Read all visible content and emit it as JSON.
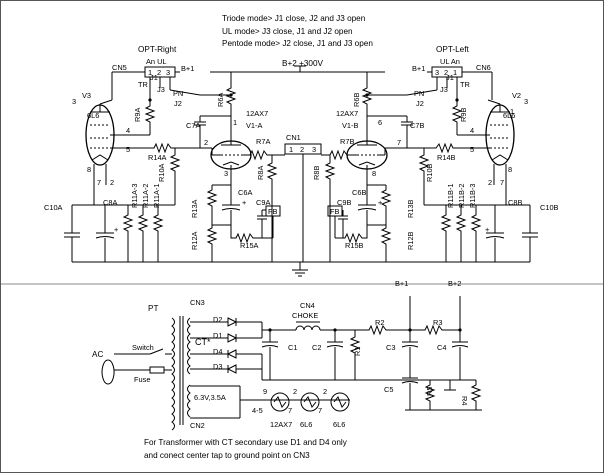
{
  "notes": {
    "triode": "Triode mode> J1 close, J2 and J3 open",
    "ul": "UL mode> J3 close, J1 and J2 open",
    "pentode": "Pentode mode> J2 close, J1 and J3 open",
    "footer_1": "For Transformer with CT secondary  use D1 and D4 only",
    "footer_2": "and conect center tap to ground point on CN3"
  },
  "supply": {
    "b2_300": "B+2 +300V",
    "b1_left": "B+1",
    "b1_right": "B+1",
    "b1_psu": "B+1",
    "b2_psu": "B+2"
  },
  "connectors": {
    "cn1": "CN1",
    "cn1_pins": [
      "1",
      "2",
      "3"
    ],
    "cn2": "CN2",
    "cn3": "CN3",
    "cn4": "CN4",
    "cn5": "CN5",
    "cn6": "CN6",
    "choke": "CHOKE",
    "opt_right": "OPT-Right",
    "opt_left": "OPT-Left",
    "an_ul_left": "An UL",
    "ul_an_right": "UL An",
    "opt_pins_left": [
      "1",
      "2",
      "3"
    ],
    "opt_pins_right": [
      "3",
      "2",
      "1"
    ],
    "tr_pn": [
      "TR",
      "PN"
    ]
  },
  "tubes": {
    "v1a": "V1-A",
    "v1b": "V1-B",
    "v2": "V2",
    "v3": "V3",
    "v1_type": "12AX7",
    "power_type": "6L6",
    "left_pins": [
      "3",
      "4",
      "5",
      "8",
      "7",
      "2"
    ],
    "right_pins": [
      "3",
      "4",
      "5",
      "8",
      "1",
      "2",
      "7"
    ],
    "v1a_pins": [
      "1",
      "2",
      "3"
    ],
    "v1b_pins": [
      "6",
      "7",
      "8"
    ]
  },
  "jumpers": [
    "J1",
    "J2",
    "J3",
    "J1",
    "J2",
    "J3"
  ],
  "resistors_a": [
    "R9A",
    "R6A",
    "R7A",
    "R8A",
    "R10A",
    "R13A",
    "R12A",
    "R14A",
    "R15A",
    "R11A-3",
    "R11A-2",
    "R11A-1"
  ],
  "resistors_b": [
    "R9B",
    "R6B",
    "R7B",
    "R8B",
    "R10B",
    "R13B",
    "R12B",
    "R14B",
    "R15B",
    "R11B-1",
    "R11B-2",
    "R11B-3"
  ],
  "caps": [
    "C7A",
    "C6A",
    "C9A",
    "C8A",
    "C10A",
    "C7B",
    "C6B",
    "C9B",
    "C8B",
    "C10B"
  ],
  "fb": [
    "FB",
    "FB"
  ],
  "psu": {
    "pt": "PT",
    "ct": "CT*",
    "diodes": [
      "D2",
      "D1",
      "D4",
      "D3"
    ],
    "caps": [
      "C1",
      "C2",
      "C3",
      "C4",
      "C5"
    ],
    "resistors": [
      "R1",
      "R2",
      "R3",
      "R4",
      "R5"
    ],
    "ac": "AC",
    "switch": "Switch",
    "fuse": "Fuse",
    "heater": "6.3V,3.5A",
    "heater_pins": [
      "9",
      "2",
      "2",
      "4-5",
      "7",
      "7"
    ],
    "heater_tubes": [
      "12AX7",
      "6L6",
      "6L6"
    ]
  }
}
